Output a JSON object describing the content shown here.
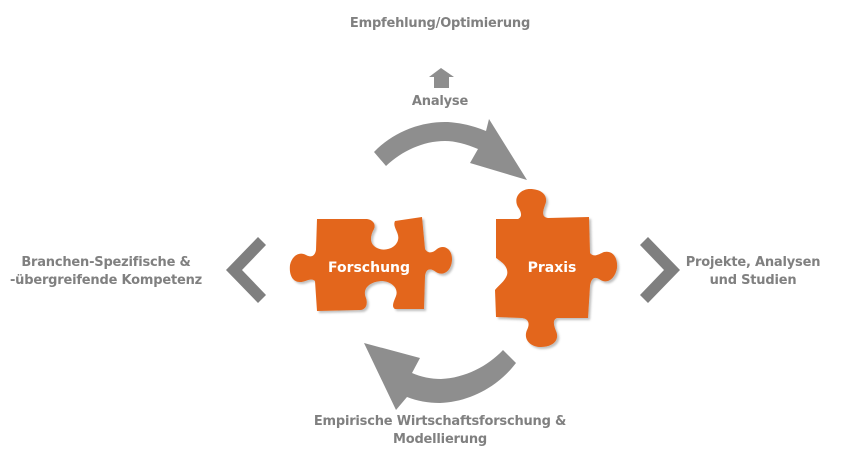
{
  "diagram": {
    "title_top": "Empfehlung/Optimierung",
    "analyse_label": "Analyse",
    "left_label_line1": "Branchen-Spezifische &",
    "left_label_line2": "-übergreifende Kompetenz",
    "right_label_line1": "Projekte, Analysen",
    "right_label_line2": "und Studien",
    "bottom_label_line1": "Empirische Wirtschaftsforschung &",
    "bottom_label_line2": "Modellierung",
    "pieces": [
      {
        "label": "Forschung"
      },
      {
        "label": "Praxis"
      }
    ],
    "icons": {
      "up_arrow": "arrow-up-icon",
      "cycle_top": "curved-arrow-right-icon",
      "cycle_bottom": "curved-arrow-left-icon",
      "left_chevron": "chevron-left-icon",
      "right_chevron": "chevron-right-icon"
    },
    "colors": {
      "accent_orange": "#E3661A",
      "arrow_gray": "#8E8E8E",
      "text_gray": "#808080"
    }
  }
}
